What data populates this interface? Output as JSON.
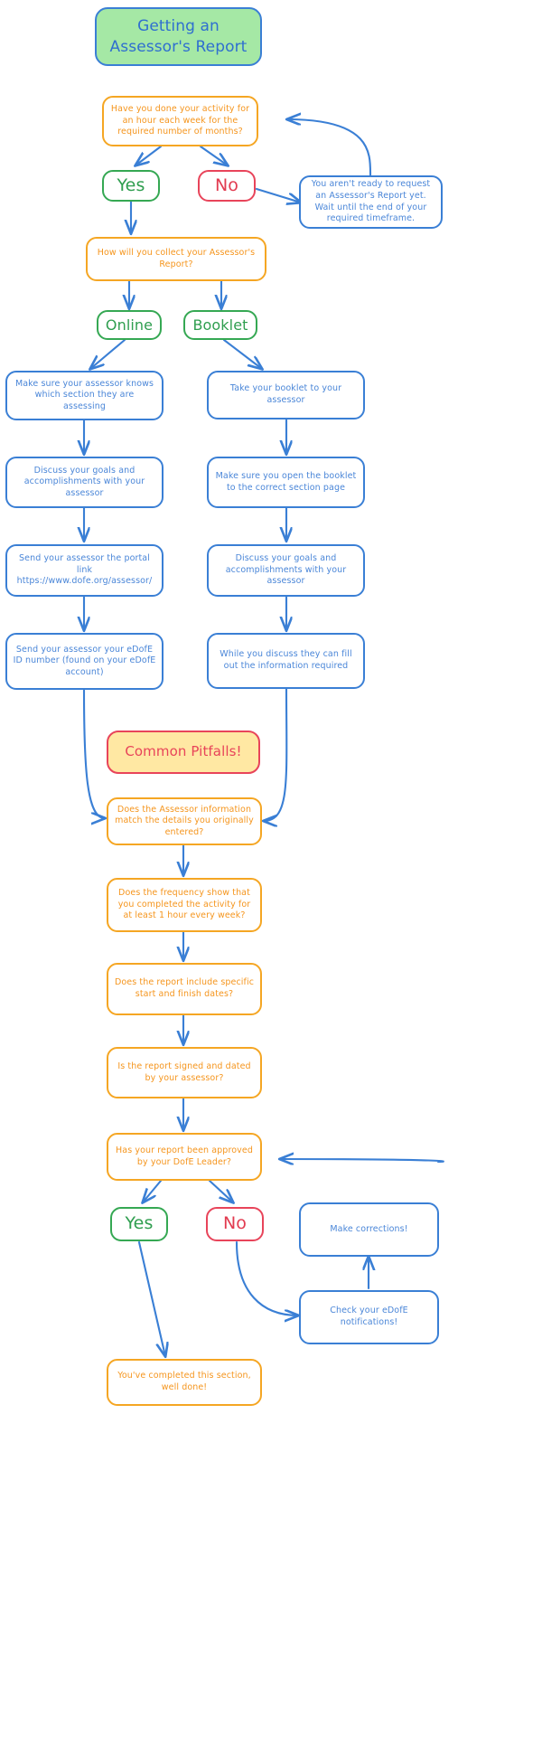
{
  "title": "Getting an Assessor's Report",
  "colors": {
    "blue": "#3a7fd5",
    "blue_text": "#4a86d8",
    "orange": "#f5a623",
    "orange_text": "#f5951d",
    "green": "#35a853",
    "green_fill": "#a5e8a5",
    "red": "#e8445a",
    "yellow_fill": "#ffe8a3",
    "white": "#ffffff"
  },
  "nodes": [
    {
      "id": "start",
      "kind": "start",
      "text": "Getting an\nAssessor's Report"
    },
    {
      "id": "q_activity",
      "kind": "question",
      "text": "Have you done your activity for an hour each week for the required number of months?"
    },
    {
      "id": "yes1",
      "kind": "yes",
      "text": "Yes"
    },
    {
      "id": "no1",
      "kind": "no",
      "text": "No"
    },
    {
      "id": "not_ready",
      "kind": "step",
      "text": "You aren't ready to request an Assessor's Report yet. Wait until the end of your required timeframe."
    },
    {
      "id": "q_collect",
      "kind": "question",
      "text": "How will you collect your Assessor's Report?"
    },
    {
      "id": "online",
      "kind": "choice",
      "text": "Online"
    },
    {
      "id": "booklet",
      "kind": "choice",
      "text": "Booklet"
    },
    {
      "id": "o1",
      "kind": "step",
      "text": "Make sure your assessor knows which section they are assessing"
    },
    {
      "id": "o2",
      "kind": "step",
      "text": "Discuss your goals and accomplishments with your assessor"
    },
    {
      "id": "o3",
      "kind": "step",
      "text": "Send your assessor the portal link https://www.dofe.org/assessor/"
    },
    {
      "id": "o4",
      "kind": "step",
      "text": "Send your assessor your eDofE ID number (found on your eDofE account)"
    },
    {
      "id": "b1",
      "kind": "step",
      "text": "Take your booklet to your assessor"
    },
    {
      "id": "b2",
      "kind": "step",
      "text": "Make sure you open the booklet to the correct section page"
    },
    {
      "id": "b3",
      "kind": "step",
      "text": "Discuss your goals and accomplishments with your assessor"
    },
    {
      "id": "b4",
      "kind": "step",
      "text": "While you discuss they can fill out the information required"
    },
    {
      "id": "pitfalls",
      "kind": "pitfall",
      "text": "Common Pitfalls!"
    },
    {
      "id": "p1",
      "kind": "question",
      "text": "Does the Assessor information match the details you originally entered?"
    },
    {
      "id": "p2",
      "kind": "question",
      "text": "Does the frequency show that you completed the activity for at least 1 hour every week?"
    },
    {
      "id": "p3",
      "kind": "question",
      "text": "Does the report include specific start and finish dates?"
    },
    {
      "id": "p4",
      "kind": "question",
      "text": "Is the report signed and dated by your assessor?"
    },
    {
      "id": "q_approved",
      "kind": "question",
      "text": "Has your report been approved by your DofE Leader?"
    },
    {
      "id": "yes2",
      "kind": "yes",
      "text": "Yes"
    },
    {
      "id": "no2",
      "kind": "no",
      "text": "No"
    },
    {
      "id": "corrections",
      "kind": "step",
      "text": "Make corrections!"
    },
    {
      "id": "notifications",
      "kind": "step",
      "text": "Check your eDofE notifications!"
    },
    {
      "id": "done",
      "kind": "final",
      "text": "You've completed this section, well done!"
    }
  ],
  "edges": [
    {
      "from": "q_activity",
      "to": "yes1"
    },
    {
      "from": "q_activity",
      "to": "no1"
    },
    {
      "from": "no1",
      "to": "not_ready"
    },
    {
      "from": "not_ready",
      "to": "q_activity"
    },
    {
      "from": "yes1",
      "to": "q_collect"
    },
    {
      "from": "q_collect",
      "to": "online"
    },
    {
      "from": "q_collect",
      "to": "booklet"
    },
    {
      "from": "online",
      "to": "o1"
    },
    {
      "from": "o1",
      "to": "o2"
    },
    {
      "from": "o2",
      "to": "o3"
    },
    {
      "from": "o3",
      "to": "o4"
    },
    {
      "from": "booklet",
      "to": "b1"
    },
    {
      "from": "b1",
      "to": "b2"
    },
    {
      "from": "b2",
      "to": "b3"
    },
    {
      "from": "b3",
      "to": "b4"
    },
    {
      "from": "o4",
      "to": "p1"
    },
    {
      "from": "b4",
      "to": "p1"
    },
    {
      "from": "p1",
      "to": "p2"
    },
    {
      "from": "p2",
      "to": "p3"
    },
    {
      "from": "p3",
      "to": "p4"
    },
    {
      "from": "p4",
      "to": "q_approved"
    },
    {
      "from": "q_approved",
      "to": "yes2"
    },
    {
      "from": "q_approved",
      "to": "no2"
    },
    {
      "from": "no2",
      "to": "notifications"
    },
    {
      "from": "notifications",
      "to": "corrections"
    },
    {
      "from": "corrections",
      "to": "q_approved"
    },
    {
      "from": "yes2",
      "to": "done"
    }
  ]
}
